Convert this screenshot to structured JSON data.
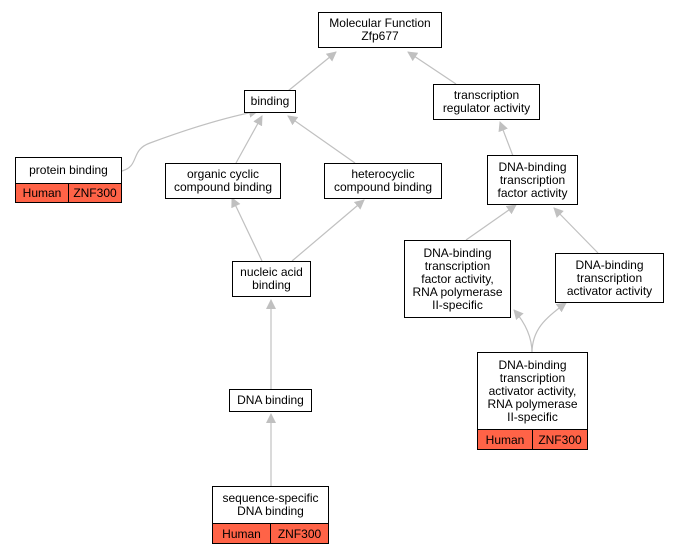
{
  "nodes": {
    "mf": "Molecular Function\nZfp677",
    "binding": "binding",
    "tra": "transcription\nregulator activity",
    "protein_binding": "protein binding",
    "ocb": "organic cyclic\ncompound binding",
    "hcb": "heterocyclic\ncompound binding",
    "dbtfa": "DNA-binding\ntranscription\nfactor activity",
    "nab": "nucleic acid\nbinding",
    "dbtfa_pol2": "DNA-binding\ntranscription\nfactor activity,\nRNA polymerase\nII-specific",
    "dbtaa": "DNA-binding\ntranscription\nactivator activity",
    "dna_binding": "DNA binding",
    "dbtaa_pol2": "DNA-binding\ntranscription\nactivator activity,\nRNA polymerase\nII-specific",
    "ssdb": "sequence-specific\nDNA binding"
  },
  "orthologs": {
    "protein_binding": {
      "species": "Human",
      "gene": "ZNF300"
    },
    "dbtaa_pol2": {
      "species": "Human",
      "gene": "ZNF300"
    },
    "ssdb": {
      "species": "Human",
      "gene": "ZNF300"
    }
  },
  "colors": {
    "ortholog_fill": "#ff6347",
    "edge": "#c0c0c0"
  }
}
